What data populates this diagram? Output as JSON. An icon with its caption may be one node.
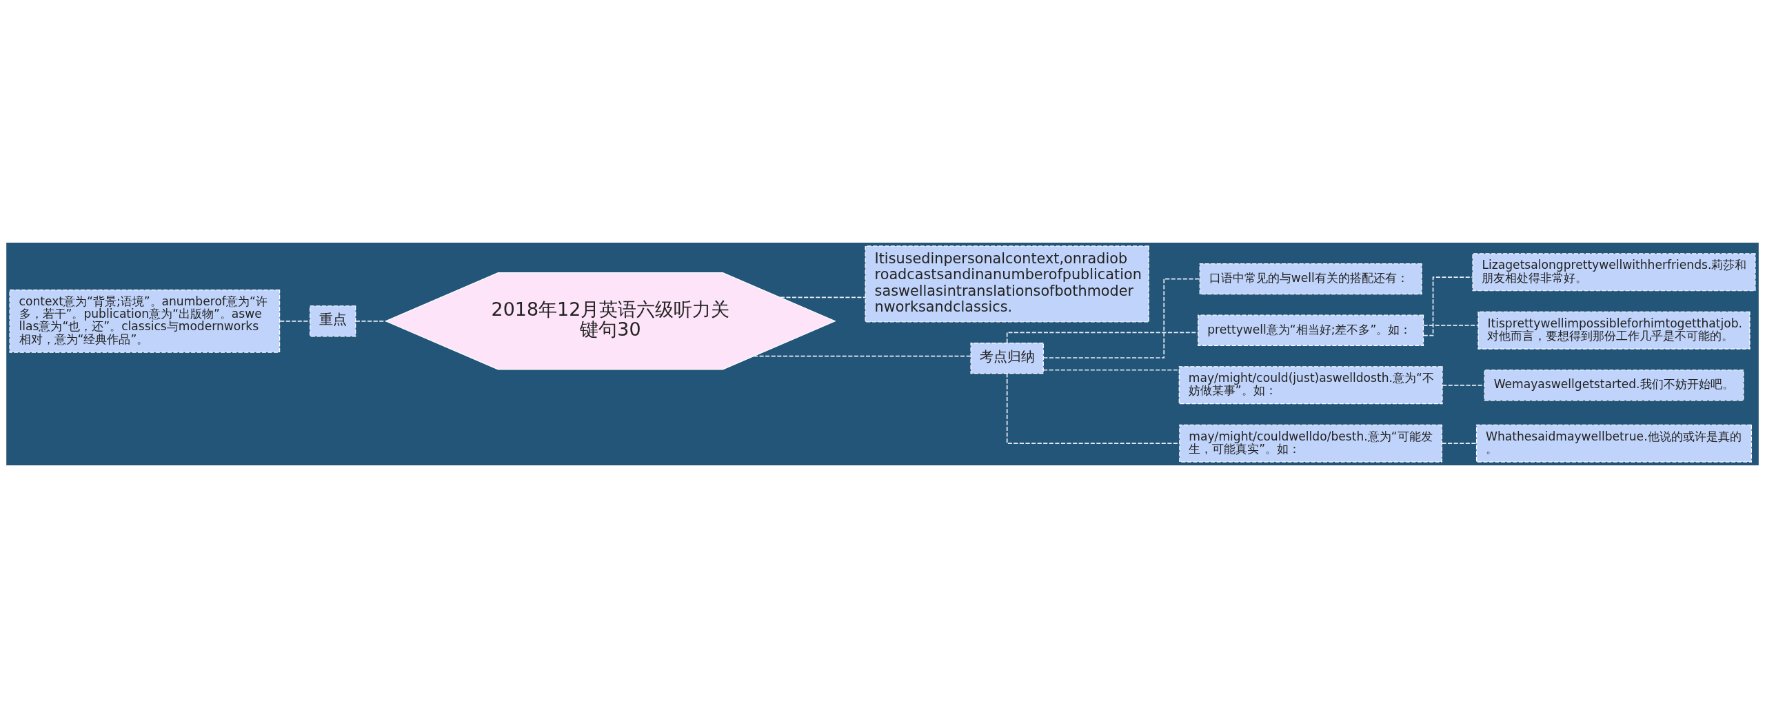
{
  "diagram": {
    "nodes": [
      {
        "text": [
          "2018年12月英语六级听力关键句30"
        ]
      },
      {
        "text": [
          "重点"
        ]
      },
      {
        "text": [
          "context意为“背景;语境”。anumberof意为“许多，若干”。publication意为“出版物”。aswellas意为“也，还”。classics与modernworks相对，意为“经典作品”。"
        ]
      },
      {
        "text": [
          "Itisusedinpersonalcontext,onradiobroadcastsandinanumberofpublicationsaswellasintranslationsofbothmodernworksandclassics."
        ]
      },
      {
        "text": [
          "考点归纳"
        ]
      },
      {
        "text": [
          "口语中常见的与well有关的搭配还有："
        ]
      },
      {
        "text": [
          "prettywell意为“相当好;差不多”。如："
        ]
      },
      {
        "text": [
          "Lizagetsalongprettywellwithherfriends.莉莎和朋友相处得非常好。"
        ]
      },
      {
        "text": [
          "Itisprettywellimpossibleforhimtogetthatjob.对他而言，要想得到那份工作几乎是不可能的。"
        ]
      },
      {
        "text": [
          "may/might/could(just)aswelldosth.意为“不妨做某事”。如："
        ]
      },
      {
        "text": [
          "Wemayaswellgetstarted.我们不妨开始吧。"
        ]
      },
      {
        "text": [
          "may/might/couldwelldo/besth.意为“可能发生，可能真实”。如："
        ]
      },
      {
        "text": [
          "Whathesaidmaywellbetrue.他说的或许是真的。"
        ]
      }
    ],
    "edges": [
      {
        "from": 0,
        "to": 1,
        "arrow": "none",
        "style": "dashed"
      },
      {
        "from": 1,
        "to": 2,
        "arrow": "none",
        "style": "dashed"
      },
      {
        "from": 0,
        "to": 3,
        "arrow": "none",
        "style": "dashed"
      },
      {
        "from": 0,
        "to": 4,
        "arrow": "none",
        "style": "dashed"
      },
      {
        "from": 4,
        "to": 5,
        "arrow": "none",
        "style": "dashed"
      },
      {
        "from": 4,
        "to": 6,
        "arrow": "none",
        "style": "dashed"
      },
      {
        "from": 6,
        "to": 7,
        "arrow": "none",
        "style": "dashed"
      },
      {
        "from": 6,
        "to": 8,
        "arrow": "none",
        "style": "dashed"
      },
      {
        "from": 4,
        "to": 9,
        "arrow": "none",
        "style": "dashed"
      },
      {
        "from": 9,
        "to": 10,
        "arrow": "none",
        "style": "dashed"
      },
      {
        "from": 4,
        "to": 11,
        "arrow": "none",
        "style": "dashed"
      },
      {
        "from": 11,
        "to": 12,
        "arrow": "none",
        "style": "dashed"
      }
    ]
  }
}
